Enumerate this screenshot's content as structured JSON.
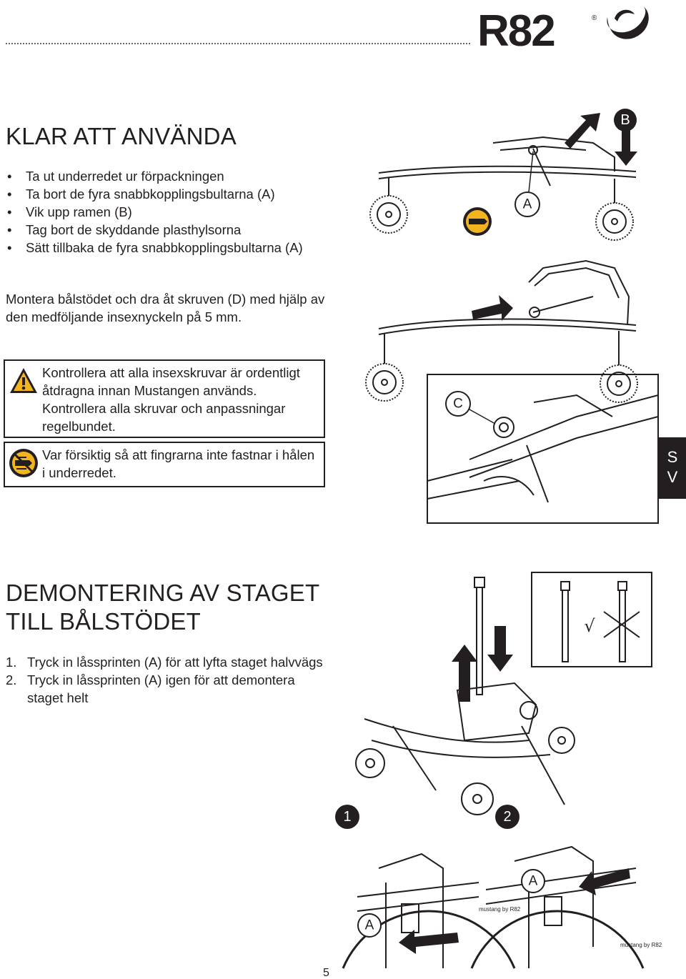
{
  "brand": {
    "logo_text": "R82"
  },
  "section1": {
    "title": "KLAR ATT ANVÄNDA",
    "steps": [
      "Ta ut underredet ur förpackningen",
      "Ta bort de fyra snabbkopplingsbultarna (A)",
      "Vik upp ramen (B)",
      "Tag bort de skyddande plasthylsorna",
      "Sätt tillbaka de fyra snabbkopplingsbultarna (A)"
    ],
    "paragraph": "Montera bålstödet och dra åt skruven (D) med hjälp av den medföljande insexnyckeln på 5 mm.",
    "warning1": "Kontrollera att alla insexskruvar är ordentligt åtdragna innan Mustangen används. Kontrollera alla skruvar och anpassningar regelbundet.",
    "warning2": "Var försiktig så att fingrarna inte fastnar i hålen i underredet."
  },
  "section2": {
    "title": "DEMONTERING AV STAGET TILL BÅLSTÖDET",
    "steps": [
      {
        "num": "1.",
        "text": "Tryck in låssprinten (A) för att lyfta staget halvvägs"
      },
      {
        "num": "2.",
        "text": "Tryck in låssprinten (A) igen för att demontera staget helt"
      }
    ]
  },
  "illustration_labels": {
    "a": "A",
    "b": "B",
    "c": "C",
    "one": "1",
    "two": "2",
    "check": "√",
    "brand_small": "mustang by R82"
  },
  "side_tab": {
    "line1": "S",
    "line2": "V"
  },
  "page_number": "5",
  "icons": [
    "warning-triangle-icon",
    "pinch-hazard-icon",
    "arrow-up-icon",
    "arrow-down-icon"
  ]
}
